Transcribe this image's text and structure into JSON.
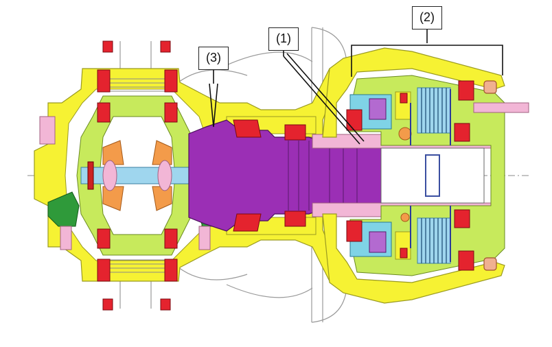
{
  "callouts": {
    "one": "(1)",
    "two": "(2)",
    "three": "(3)"
  },
  "colors": {
    "housing": "#f6f233",
    "housing_stroke": "#9a9a20",
    "green": "#c7ea5c",
    "bearing_red": "#e4232e",
    "shaft_purple": "#9b2fb5",
    "pink": "#f2b6d6",
    "blue_shaft": "#9fd6ee",
    "orange": "#f39b4a",
    "dark_green": "#2f9a3a",
    "seal_brown": "#a0522d",
    "violet": "#b36ad0",
    "cyan_part": "#7fd3e6",
    "line": "#555555"
  }
}
